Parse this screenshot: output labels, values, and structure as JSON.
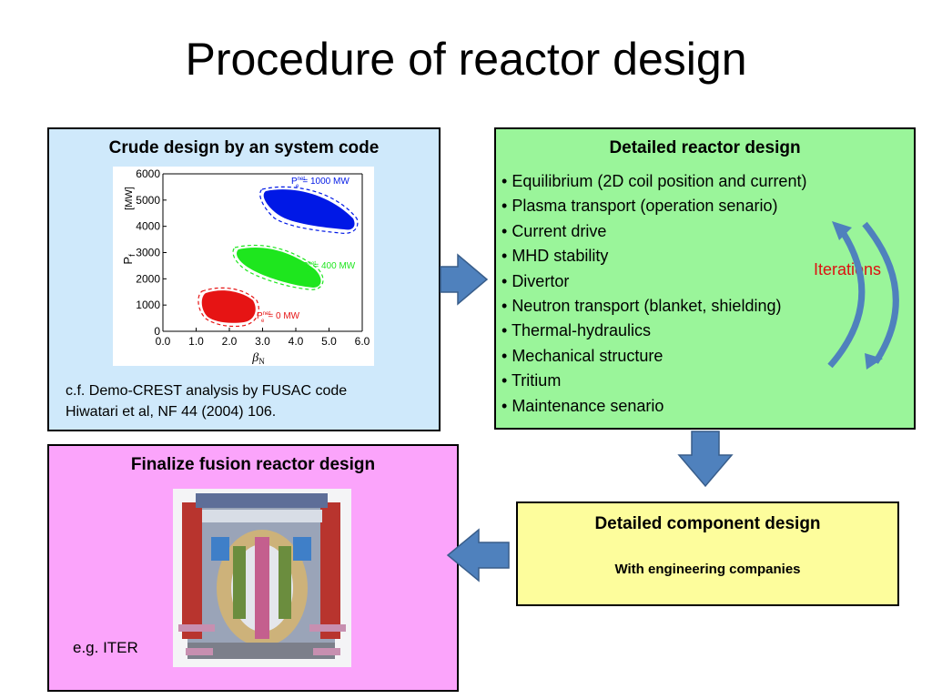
{
  "title": "Procedure of reactor design",
  "crude": {
    "title": "Crude design by an system code",
    "note_line1": "c.f. Demo-CREST analysis by FUSAC code",
    "note_line2": "Hiwatari et al, NF 44 (2004) 106.",
    "plot": {
      "y_ticks": [
        "6000",
        "5000",
        "4000",
        "3000",
        "2000",
        "1000",
        "0"
      ],
      "x_ticks": [
        "0.0",
        "1.0",
        "2.0",
        "3.0",
        "4.0",
        "5.0",
        "6.0"
      ],
      "y_label": "P",
      "y_label_sub": "f",
      "y_unit": "[MW]",
      "x_label": "β",
      "x_label_sub": "N",
      "labels": [
        "= 1000 MW",
        "= 400 MW",
        "= 0 MW"
      ],
      "label_sym": "P",
      "label_sup": "net",
      "label_sub": "e",
      "colors": [
        "#0018e6",
        "#1ee61e",
        "#e61414"
      ]
    }
  },
  "detailed": {
    "title": "Detailed reactor design",
    "items": [
      "Equilibrium (2D coil position and current)",
      "Plasma transport (operation senario)",
      "Current drive",
      "MHD stability",
      "Divertor",
      "Neutron transport (blanket, shielding)",
      "Thermal-hydraulics",
      "Mechanical structure",
      "Tritium",
      "Maintenance senario"
    ],
    "iterations_label": "Iterations"
  },
  "finalize": {
    "title": "Finalize fusion reactor design",
    "caption": "e.g. ITER"
  },
  "component": {
    "title": "Detailed component design",
    "subtitle": "With engineering companies"
  },
  "colors": {
    "arrow_fill": "#4f81bd",
    "arrow_stroke": "#385d8a"
  }
}
